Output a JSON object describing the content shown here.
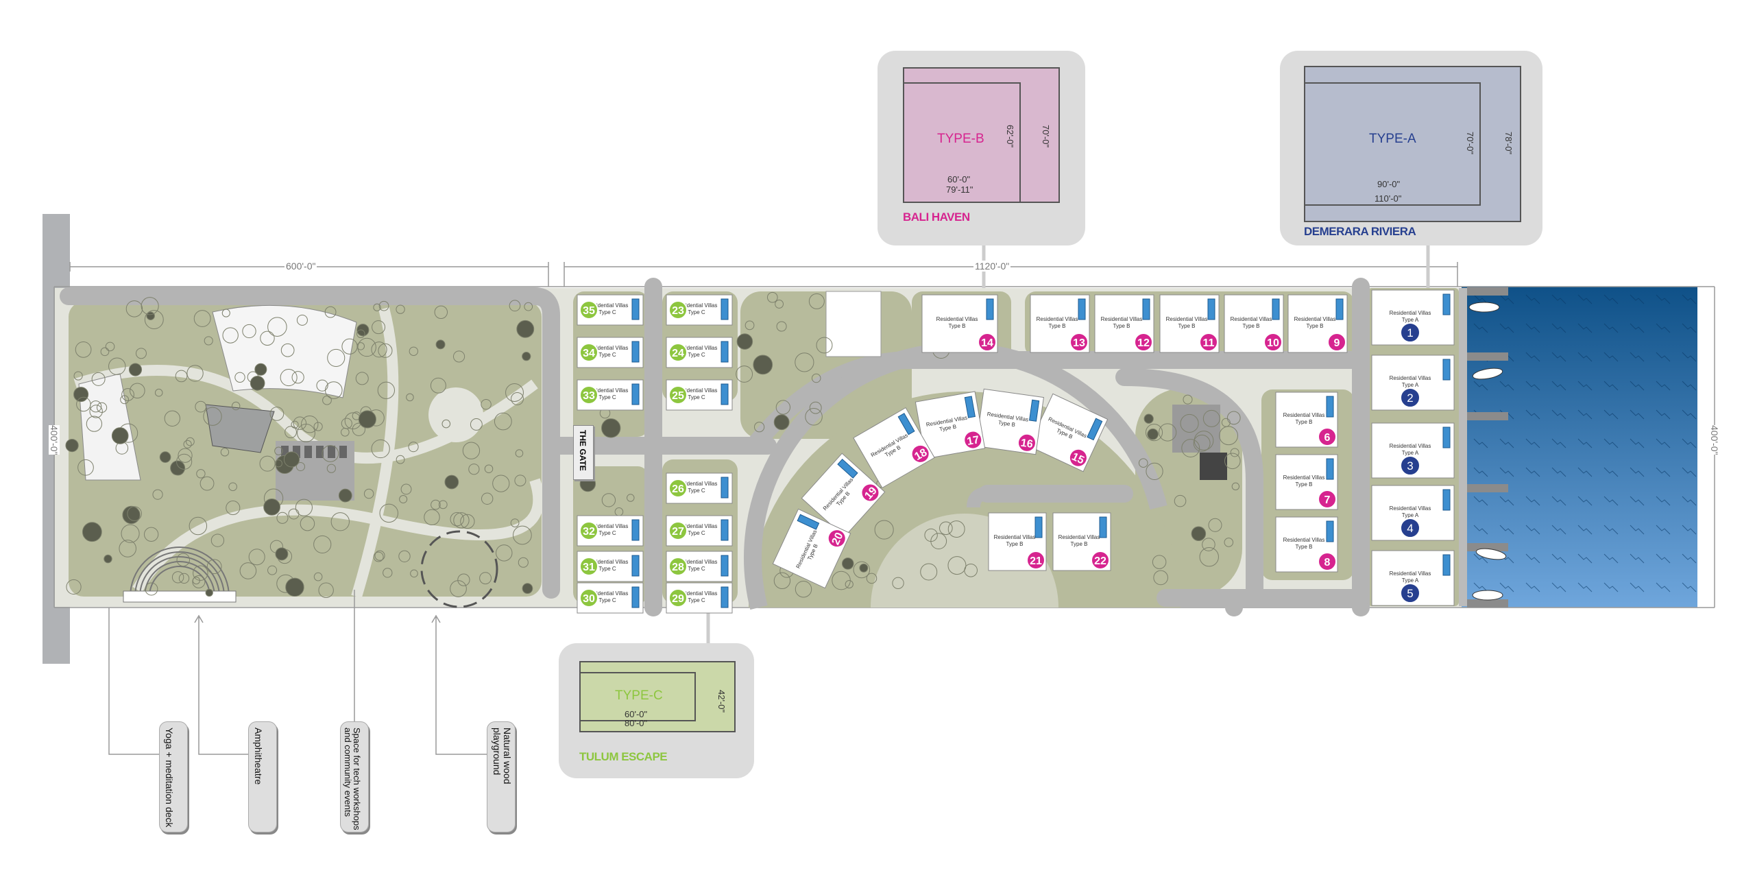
{
  "dimensions": {
    "left_width": "600'-0\"",
    "right_width": "1120'-0\"",
    "left_depth": "400'-0\"",
    "right_depth": "400'-0\""
  },
  "gate_label": "THE GATE",
  "villa_label": {
    "line1": "Residential Villas",
    "type_a": "Type A",
    "type_b": "Type B",
    "type_c": "Type C"
  },
  "villas": {
    "type_a": [
      "1",
      "2",
      "3",
      "4",
      "5"
    ],
    "type_b": [
      "6",
      "7",
      "8",
      "9",
      "10",
      "11",
      "12",
      "13",
      "14",
      "15",
      "16",
      "17",
      "18",
      "19",
      "20",
      "21",
      "22"
    ],
    "type_c": [
      "23",
      "24",
      "25",
      "26",
      "27",
      "28",
      "29",
      "30",
      "31",
      "32",
      "33",
      "34",
      "35"
    ]
  },
  "colors": {
    "type_a": "#263f8f",
    "type_b": "#d6248f",
    "type_c": "#8dc63f",
    "ground": "#b7bb9c",
    "road": "#b4b4b4",
    "water": "#2f6fae"
  },
  "callouts": {
    "type_b": {
      "type": "TYPE-B",
      "name": "BALI HAVEN",
      "dims": [
        "60'-0\"",
        "79'-11\"",
        "62'-0\"",
        "70'-0\""
      ]
    },
    "type_a": {
      "type": "TYPE-A",
      "name": "DEMERARA RIVIERA",
      "dims": [
        "90'-0\"",
        "110'-0\"",
        "70'-0\"",
        "78'-0\""
      ]
    },
    "type_c": {
      "type": "TYPE-C",
      "name": "TULUM ESCAPE",
      "dims": [
        "60'-0\"",
        "80'-0\"",
        "42'-0\""
      ]
    }
  },
  "amenities": [
    "Yoga + meditation deck",
    "Amphitheatre",
    "Space for tech workshops and community events",
    "Natural wood playground"
  ]
}
